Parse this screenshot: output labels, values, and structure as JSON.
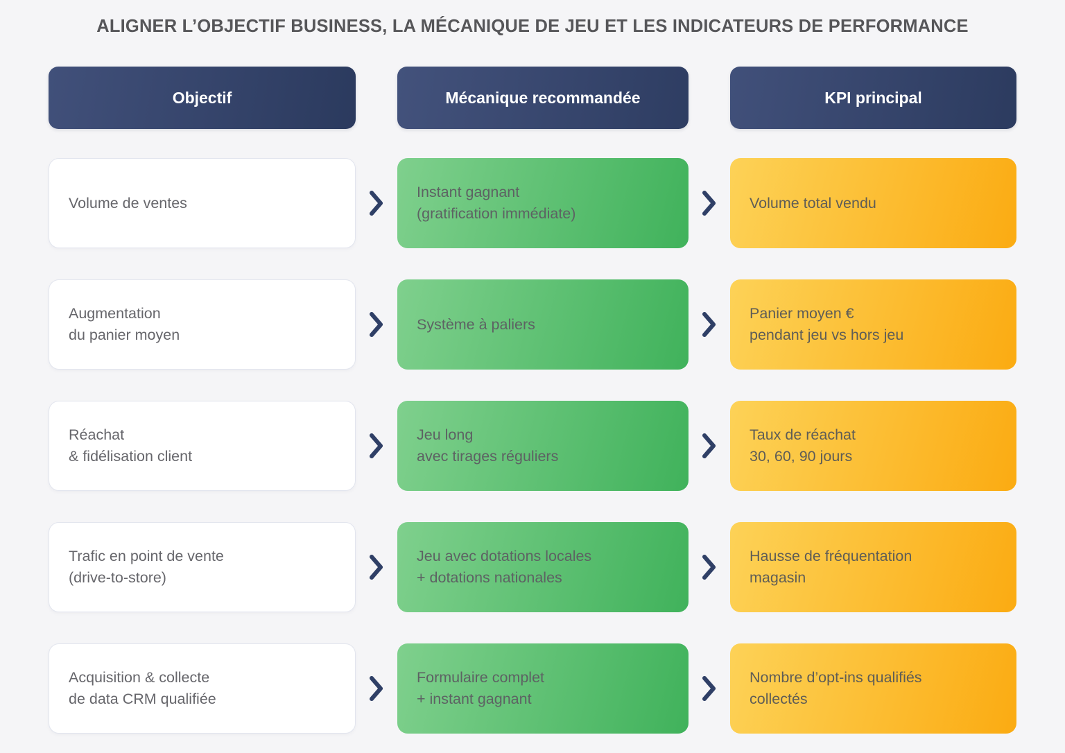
{
  "title": "ALIGNER L’OBJECTIF BUSINESS, LA MÉCANIQUE DE JEU ET LES INDICATEURS DE PERFORMANCE",
  "colors": {
    "background": "#f5f5f7",
    "header_navy_light": "#41507a",
    "header_navy_dark": "#2b3a5e",
    "green_light": "#7fd08d",
    "green_dark": "#40b25b",
    "yellow_light": "#fdd257",
    "yellow_dark": "#fbab12",
    "arrow": "#2f3f66",
    "body_text": "#66666b",
    "title_text": "#565659"
  },
  "headers": {
    "objectif": "Objectif",
    "mecanique_line1": "Mécanique",
    "mecanique_line2": "recommandée",
    "kpi": "KPI principal"
  },
  "icons": {
    "arrow": "chevron-right-icon"
  },
  "rows": [
    {
      "objectif": [
        "Volume de ventes"
      ],
      "mecanique": [
        "Instant gagnant",
        "(gratification immédiate)"
      ],
      "kpi": [
        "Volume total vendu"
      ]
    },
    {
      "objectif": [
        "Augmentation",
        "du panier moyen"
      ],
      "mecanique": [
        "Système à paliers"
      ],
      "kpi": [
        "Panier moyen €",
        "pendant jeu vs hors jeu"
      ]
    },
    {
      "objectif": [
        "Réachat",
        "& fidélisation client"
      ],
      "mecanique": [
        "Jeu long",
        "avec tirages réguliers"
      ],
      "kpi": [
        "Taux de réachat",
        "30, 60, 90 jours"
      ]
    },
    {
      "objectif": [
        "Trafic en point de vente",
        "(drive-to-store)"
      ],
      "mecanique": [
        "Jeu avec dotations locales",
        " + dotations nationales"
      ],
      "kpi": [
        "Hausse de fréquentation",
        "magasin"
      ]
    },
    {
      "objectif": [
        "Acquisition & collecte",
        "de data CRM qualifiée"
      ],
      "mecanique": [
        "Formulaire complet",
        "+ instant gagnant"
      ],
      "kpi": [
        "Nombre d’opt-ins qualifiés",
        "collectés"
      ]
    }
  ]
}
